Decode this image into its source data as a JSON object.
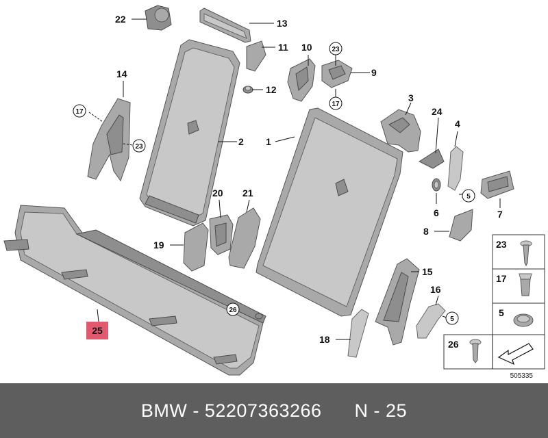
{
  "labels": {
    "p1": "1",
    "p2": "2",
    "p3": "3",
    "p4": "4",
    "p5a": "5",
    "p5b": "5",
    "p6": "6",
    "p7": "7",
    "p8": "8",
    "p9": "9",
    "p10": "10",
    "p11": "11",
    "p12": "12",
    "p13": "13",
    "p14": "14",
    "p15": "15",
    "p16": "16",
    "p17a": "17",
    "p17b": "17",
    "p18": "18",
    "p19": "19",
    "p20": "20",
    "p21": "21",
    "p22": "22",
    "p23a": "23",
    "p23b": "23",
    "p24": "24",
    "p25": "25",
    "p26": "26"
  },
  "legend": {
    "item23": "23",
    "item17": "17",
    "item5": "5",
    "item26": "26"
  },
  "diagram_id": "505335",
  "highlight_color": "#e0596e",
  "footer": {
    "text": "BMW - 52207363266      N - 25"
  }
}
